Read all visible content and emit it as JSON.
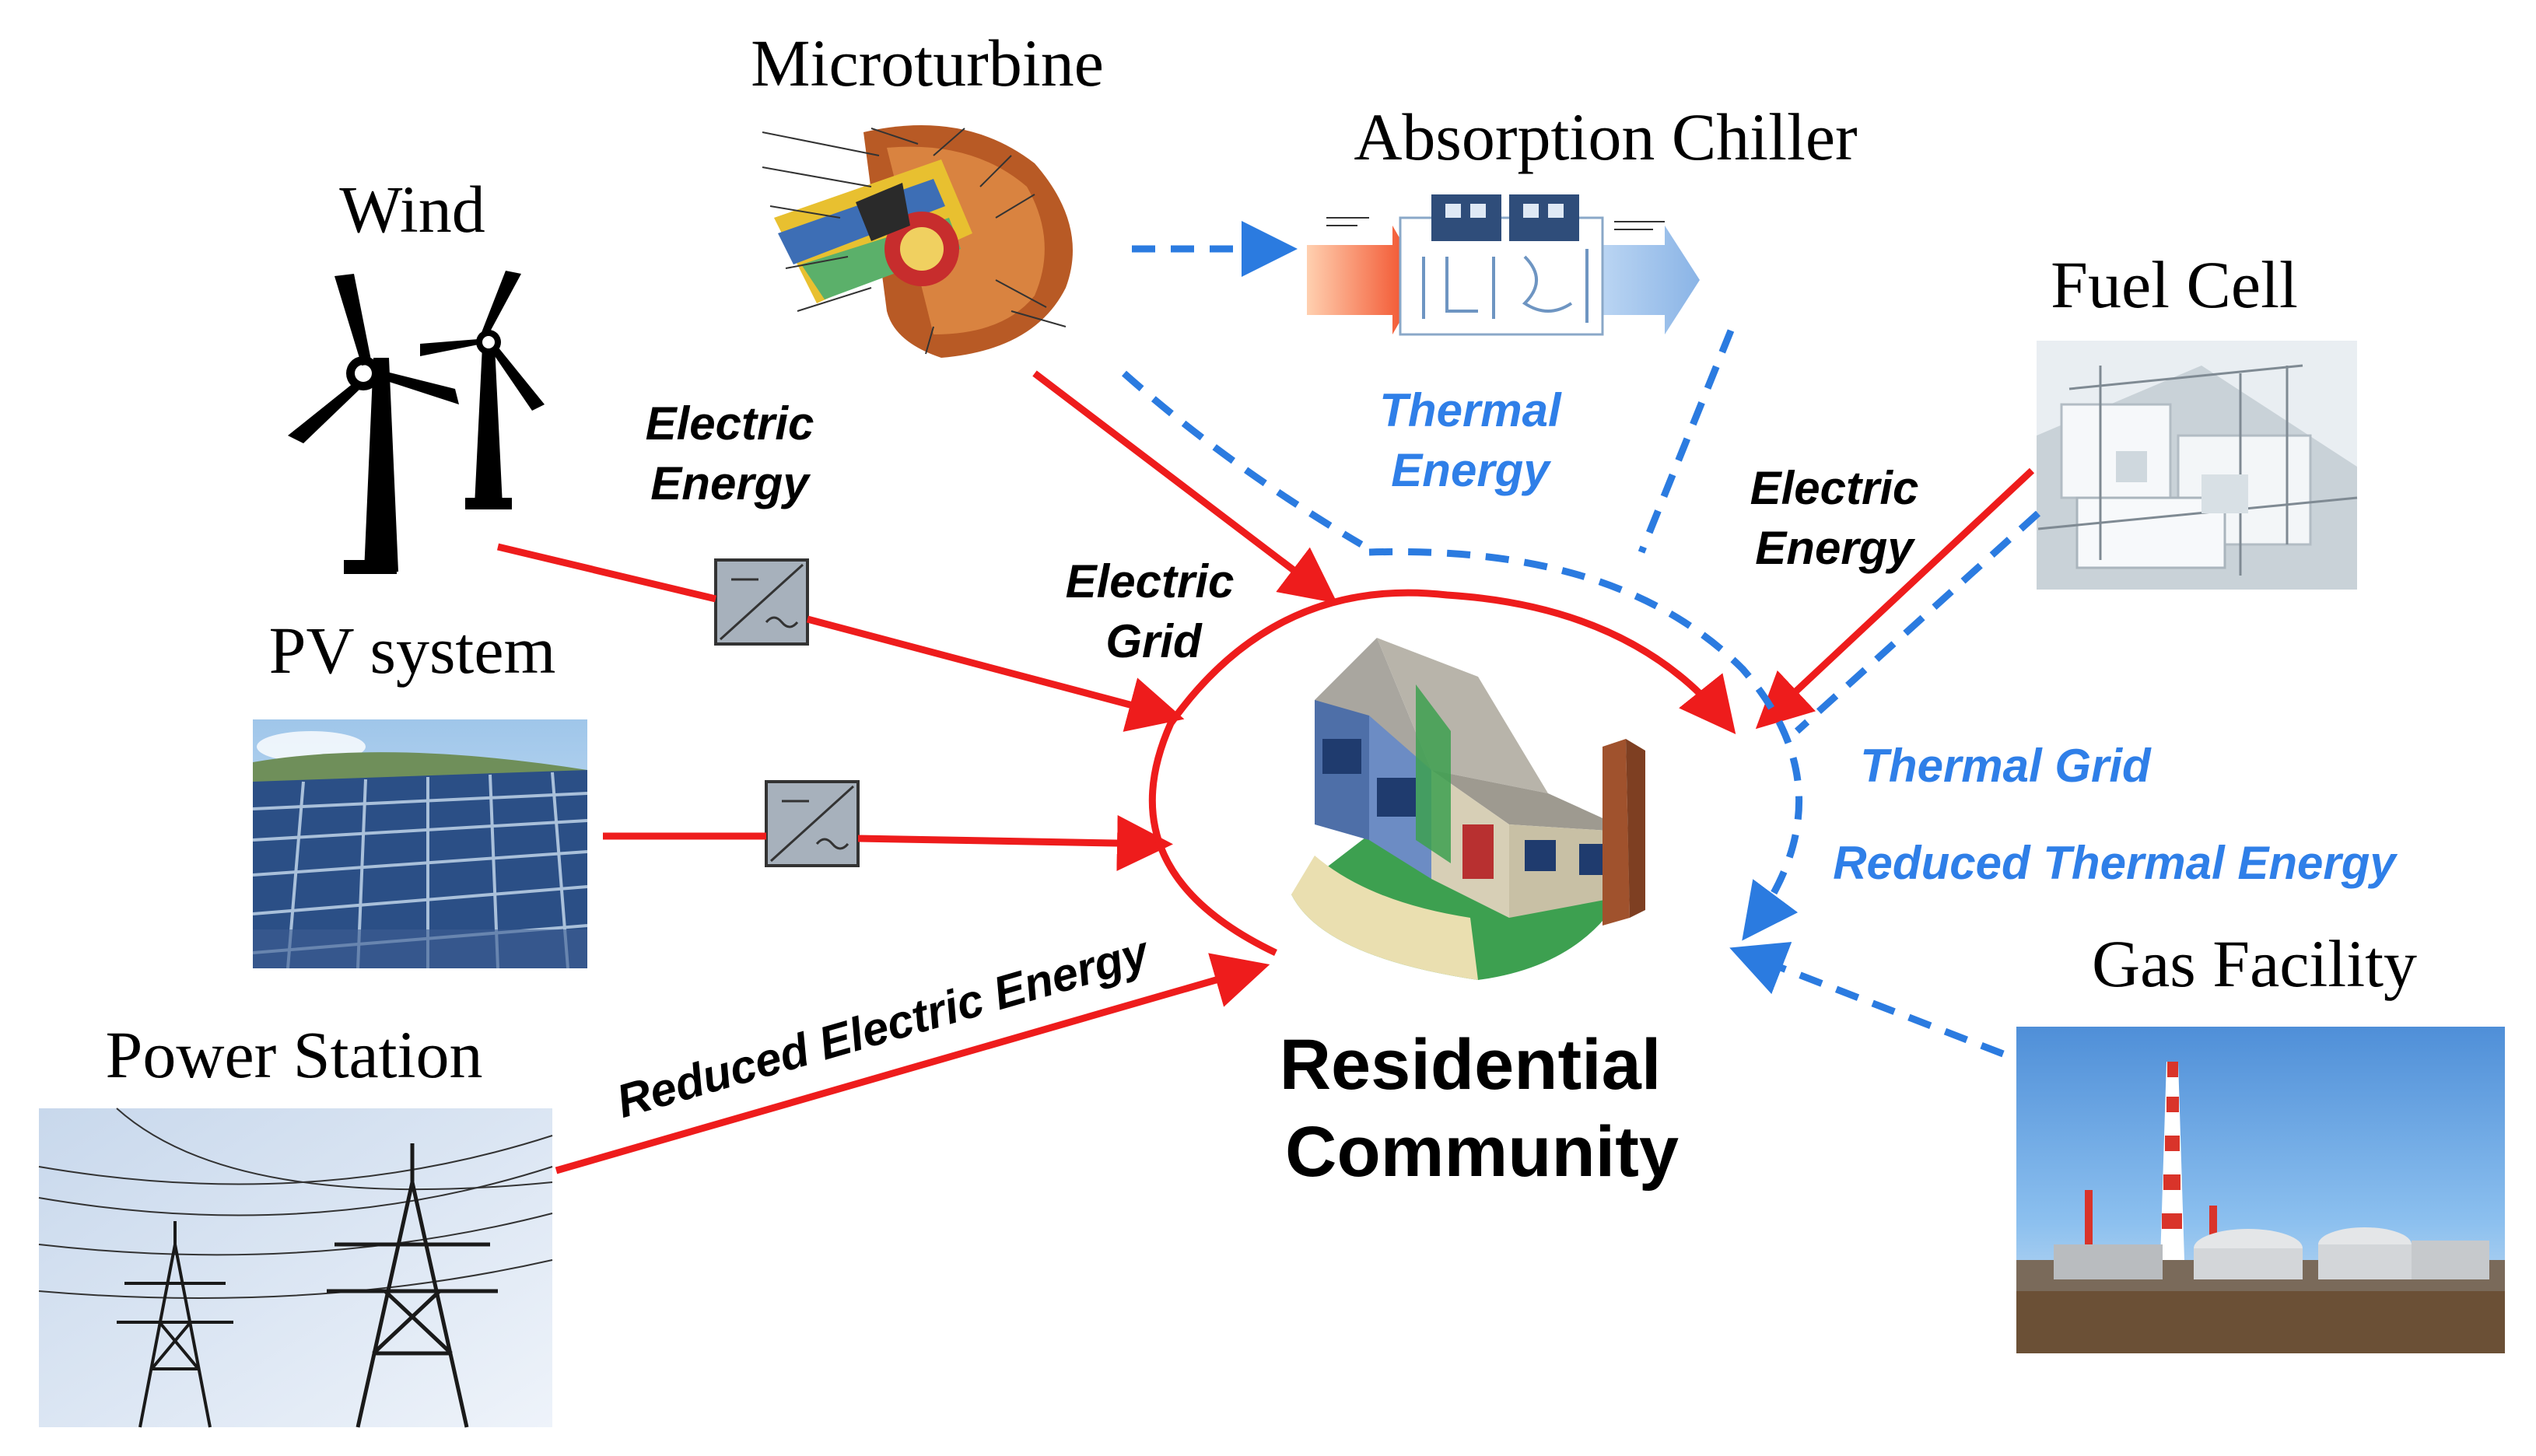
{
  "labels": {
    "wind": "Wind",
    "microturbine": "Microturbine",
    "absorption_chiller": "Absorption Chiller",
    "fuel_cell": "Fuel Cell",
    "pv_system": "PV system",
    "power_station": "Power Station",
    "gas_facility": "Gas Facility",
    "center_line1": "Residential",
    "center_line2": "Community"
  },
  "flows": {
    "electric_energy_left_1": "Electric",
    "electric_energy_left_2": "Energy",
    "electric_grid_1": "Electric",
    "electric_grid_2": "Grid",
    "thermal_energy_1": "Thermal",
    "thermal_energy_2": "Energy",
    "electric_energy_right_1": "Electric",
    "electric_energy_right_2": "Energy",
    "thermal_grid": "Thermal Grid",
    "reduced_thermal": "Reduced Thermal Energy",
    "reduced_electric": "Reduced Electric Energy"
  },
  "colors": {
    "electric": "#ee1c1c",
    "thermal": "#2b7be0"
  }
}
